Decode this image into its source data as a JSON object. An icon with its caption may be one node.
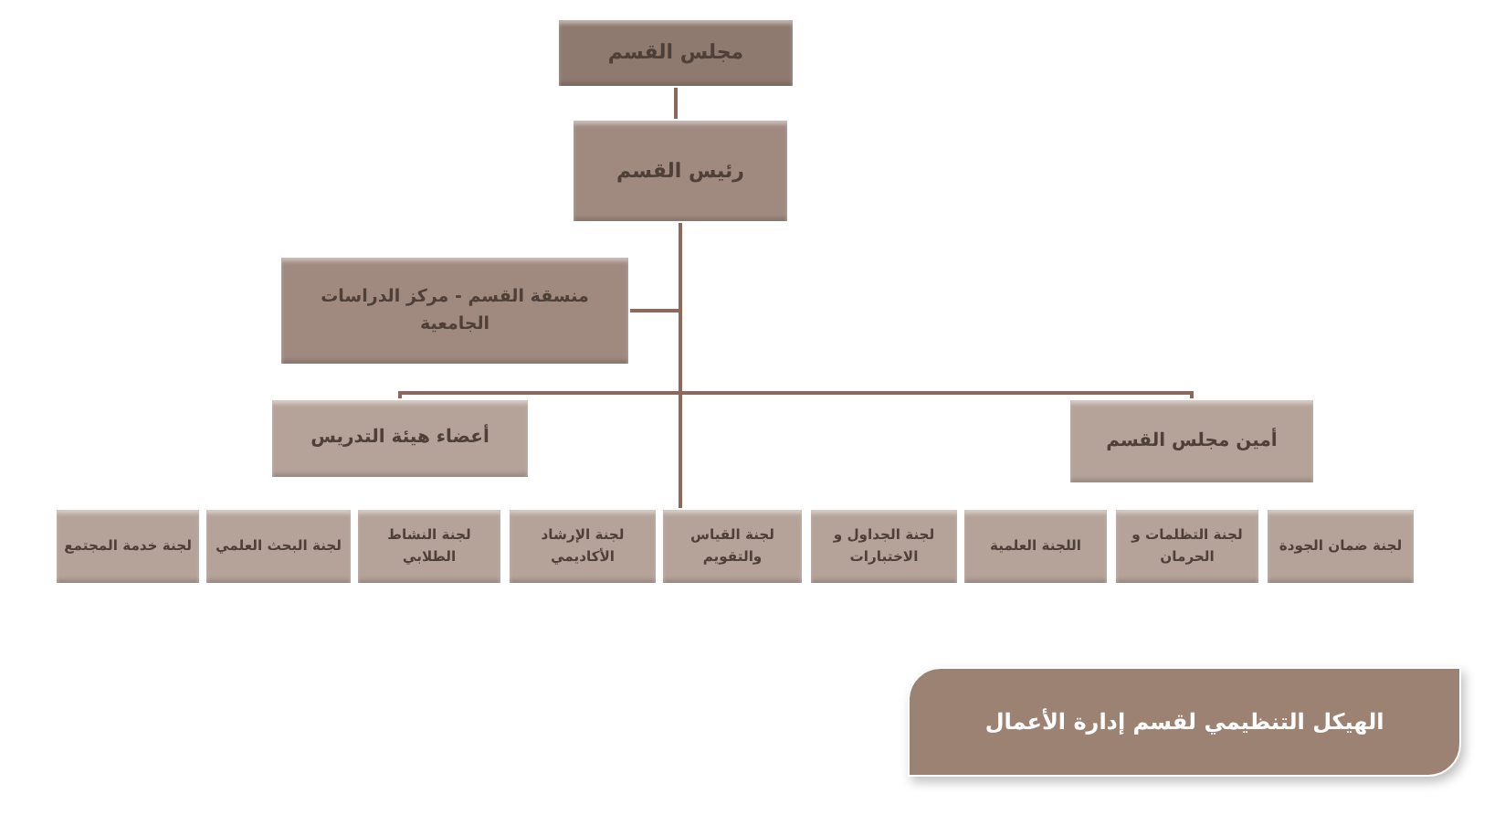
{
  "diagram": {
    "title": "الهيكل التنظيمي لقسم إدارة الأعمال",
    "nodes": [
      {
        "text": [
          "مجلس القسم"
        ]
      },
      {
        "text": [
          "رئيس القسم"
        ]
      },
      {
        "text": [
          "منسقة القسم - مركز الدراسات الجامعية"
        ]
      },
      {
        "text": [
          "أعضاء هيئة التدريس"
        ]
      },
      {
        "text": [
          "أمين مجلس القسم"
        ]
      },
      {
        "text": [
          "لجنة خدمة المجتمع"
        ]
      },
      {
        "text": [
          "لجنة البحث العلمي"
        ]
      },
      {
        "text": [
          "لجنة النشاط الطلابي"
        ]
      },
      {
        "text": [
          "لجنة الإرشاد الأكاديمي"
        ]
      },
      {
        "text": [
          "لجنة القياس والتقويم"
        ]
      },
      {
        "text": [
          "لجنة الجداول و الاختبارات"
        ]
      },
      {
        "text": [
          "اللجنة العلمية"
        ]
      },
      {
        "text": [
          "لجنة التظلمات و الحرمان"
        ]
      },
      {
        "text": [
          "لجنة ضمان الجودة"
        ]
      }
    ],
    "edges": [
      {
        "from": 0,
        "to": 1,
        "arrow": "none"
      },
      {
        "from": 1,
        "to": 2,
        "arrow": "none"
      },
      {
        "from": 1,
        "to": 3,
        "arrow": "none"
      },
      {
        "from": 1,
        "to": 4,
        "arrow": "none"
      },
      {
        "from": 1,
        "to": 9,
        "arrow": "none"
      }
    ]
  }
}
